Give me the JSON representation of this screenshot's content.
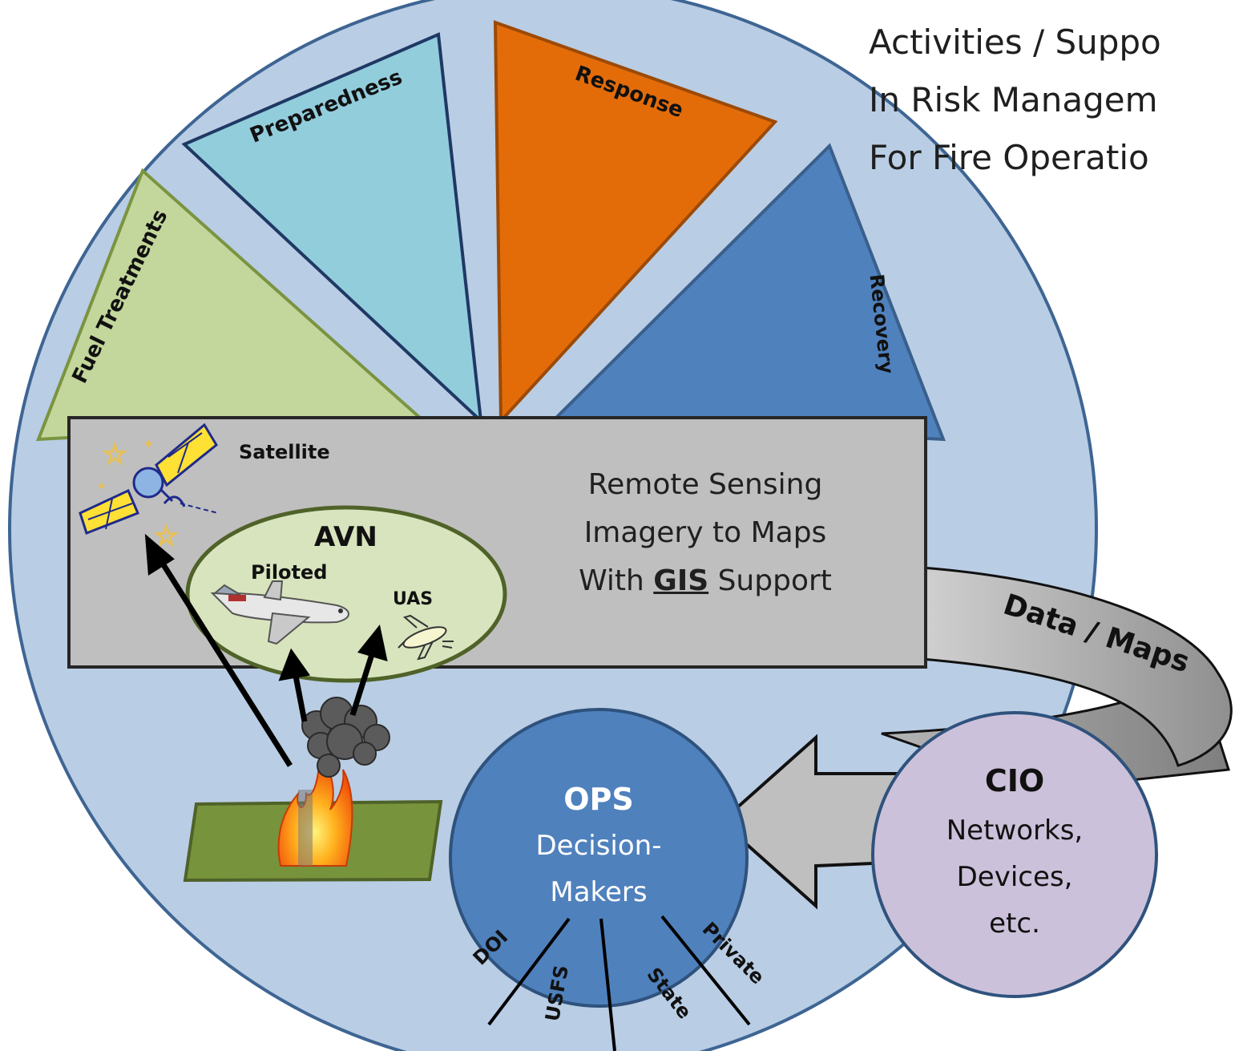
{
  "title": {
    "lines": [
      "Activities / Suppo",
      "In Risk Managem",
      "For Fire Operatio"
    ]
  },
  "phases": {
    "fuel": "Fuel Treatments",
    "preparedness": "Preparedness",
    "response": "Response",
    "recovery": "Recovery"
  },
  "remote_sensing": {
    "line1": "Remote Sensing",
    "line2": "Imagery to Maps",
    "line3_prefix": "With ",
    "line3_gis": "GIS",
    "line3_suffix": " Support",
    "satellite": "Satellite",
    "avn": "AVN",
    "piloted": "Piloted",
    "uas": "UAS"
  },
  "data_maps": "Data / Maps",
  "ops": {
    "title": "OPS",
    "line1": "Decision-",
    "line2": "Makers"
  },
  "cio": {
    "title": "CIO",
    "line1": "Networks,",
    "line2": "Devices,",
    "line3": "etc."
  },
  "agencies": {
    "doi": "DOI",
    "usfs": "USFS",
    "state": "State",
    "private": "Private"
  },
  "colors": {
    "big_circle": "#b9cde4",
    "fuel": "#c3d69b",
    "preparedness": "#92cddc",
    "response": "#e36c09",
    "recovery": "#4f81bd",
    "rs_box": "#bfbfbf",
    "avn_ellipse": "#d7e4bd",
    "ops": "#4f81bd",
    "cio": "#ccc1da",
    "ground": "#77933c",
    "band": "#a6a6a6"
  }
}
